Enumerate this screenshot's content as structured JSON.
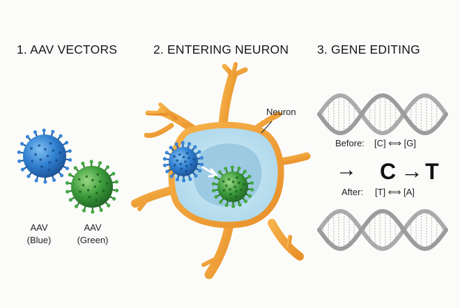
{
  "steps": [
    {
      "label": "1. AAV VECTORS"
    },
    {
      "label": "2. ENTERING NEURON"
    },
    {
      "label": "3. GENE EDITING"
    }
  ],
  "aav_blue": {
    "line1": "AAV",
    "line2": "(Blue)",
    "color": "#2f7fd0",
    "icon": "virus-icon"
  },
  "aav_green": {
    "line1": "AAV",
    "line2": "(Green)",
    "color": "#3a9a3a",
    "icon": "virus-icon"
  },
  "neuron": {
    "label": "Neuron",
    "membrane_color": "#f2a033",
    "cytoplasm_color": "#bde0ef",
    "nucleus_color": "#8fc1dd"
  },
  "editing": {
    "before_label": "Before:",
    "before_pair": "[C] ⟺ [G]",
    "after_label": "After:",
    "after_pair": "[T] ⟺ [A]",
    "arrow": "→",
    "from_base": "C",
    "conversion_arrow": "→",
    "to_base": "T"
  },
  "dna_color": "#9c9c9c"
}
